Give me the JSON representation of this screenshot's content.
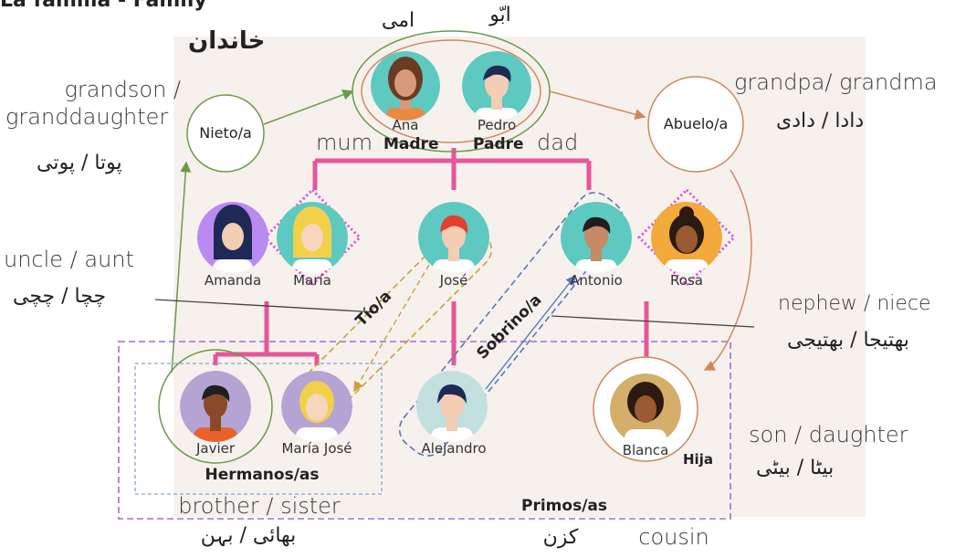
{
  "title": {
    "line1": "La familia  -  Family",
    "line2": "خاندان"
  },
  "parents": {
    "mother": {
      "name": "Ana",
      "es": "Madre",
      "en": "mum",
      "ur": "امی"
    },
    "father": {
      "name": "Pedro",
      "es": "Padre",
      "en": "dad",
      "ur": "ابّو"
    }
  },
  "children_gen2": [
    {
      "name": "Amanda"
    },
    {
      "name": "María"
    },
    {
      "name": "José"
    },
    {
      "name": "Antonio"
    },
    {
      "name": "Rosa"
    }
  ],
  "grandchildren": [
    {
      "name": "Javier"
    },
    {
      "name": "María José"
    },
    {
      "name": "Alejandro"
    },
    {
      "name": "Blanca"
    }
  ],
  "circles": {
    "nieto": {
      "es": "Nieto/a",
      "en_line1": "grandson /",
      "en_line2": "granddaughter",
      "ur": "پوتا / پوتی"
    },
    "abuelo": {
      "es": "Abuelo/a",
      "en": "grandpa/ grandma",
      "ur": "دادا / دادی"
    }
  },
  "labels": {
    "tio": {
      "es": "Tío/a",
      "en": "uncle / aunt",
      "ur": "چچا / چچی"
    },
    "sobrino": {
      "es": "Sobrino/a",
      "en": "nephew / niece",
      "ur": "بھتیجا / بھتیجی"
    },
    "hija": {
      "es": "Hija",
      "en": "son / daughter",
      "ur": "بیٹا / بیٹی"
    },
    "hermanos": {
      "es": "Hermanos/as",
      "en": "brother / sister",
      "ur": "بھائی / بہن"
    },
    "primos": {
      "es": "Primos/as",
      "en": "cousin",
      "ur": "کزن"
    }
  },
  "colors": {
    "pink": "#e8559a",
    "green": "#6b9a4a",
    "orange": "#d2875a",
    "purple": "#a46bd0",
    "blue": "#5a78b8",
    "gold": "#c9a235",
    "teal": "#5ec9c1",
    "lavender": "#c3b2da"
  }
}
